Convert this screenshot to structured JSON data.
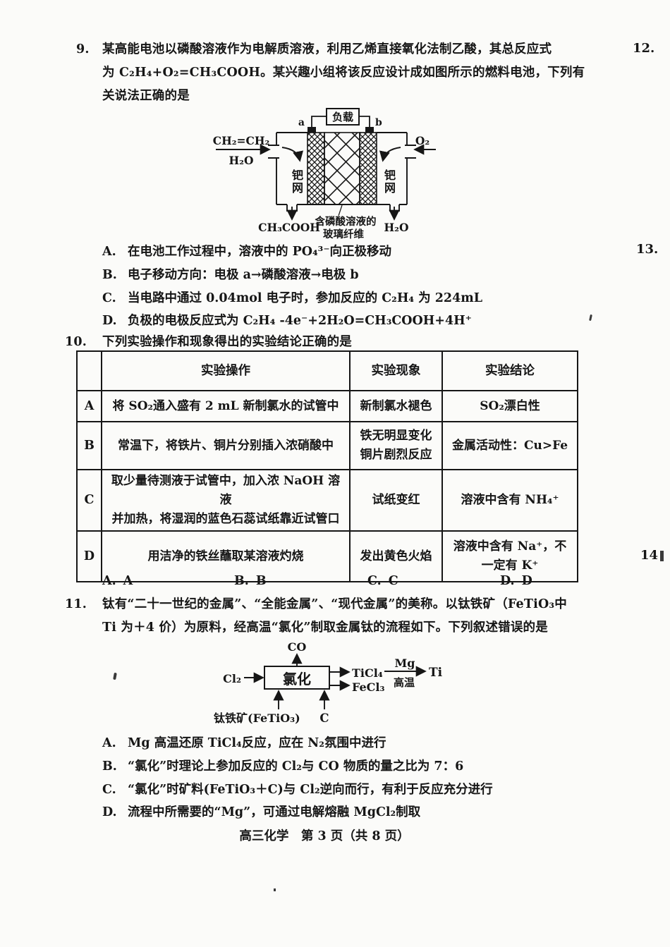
{
  "margin_notes": {
    "n12": "12.",
    "n13": "13.",
    "n14": "14"
  },
  "q9": {
    "number": "9.",
    "stem_lines": [
      "某高能电池以磷酸溶液作为电解质溶液，利用乙烯直接氧化法制乙酸，其总反应式",
      "为 C₂H₄+O₂=CH₃COOH。某兴趣小组将该反应设计成如图所示的燃料电池，下列有",
      "关说法正确的是"
    ],
    "options": [
      {
        "label": "A.",
        "text": "在电池工作过程中，溶液中的 PO₄³⁻向正极移动"
      },
      {
        "label": "B.",
        "text": "电子移动方向：电极 a→磷酸溶液→电极 b"
      },
      {
        "label": "C.",
        "text": "当电路中通过 0.04mol 电子时，参加反应的 C₂H₄ 为 224mL"
      },
      {
        "label": "D.",
        "text": "负极的电极反应式为 C₂H₄ -4e⁻+2H₂O=CH₃COOH+4H⁺"
      }
    ],
    "diagram": {
      "load": "负载",
      "terminal_a": "a",
      "terminal_b": "b",
      "fuel": "CH₂=CH₂",
      "water_in": "H₂O",
      "oxygen": "O₂",
      "mesh": [
        "钯",
        "网"
      ],
      "product_left": "CH₃COOH",
      "membrane_line1": "含磷酸溶液的",
      "membrane_line2": "玻璃纤维",
      "water_out": "H₂O"
    }
  },
  "q10": {
    "number": "10.",
    "stem": "下列实验操作和现象得出的实验结论正确的是",
    "table": {
      "headers": [
        "",
        "实验操作",
        "实验现象",
        "实验结论"
      ],
      "rows": [
        {
          "label": "A",
          "operation": "将 SO₂通入盛有 2 mL 新制氯水的试管中",
          "phenomenon": "新制氯水褪色",
          "conclusion": "SO₂漂白性"
        },
        {
          "label": "B",
          "operation": "常温下，将铁片、铜片分别插入浓硝酸中",
          "phenomenon": "铁无明显变化\n铜片剧烈反应",
          "conclusion": "金属活动性：Cu>Fe"
        },
        {
          "label": "C",
          "operation": "取少量待测液于试管中，加入浓 NaOH 溶液\n并加热，将湿润的蓝色石蕊试纸靠近试管口",
          "phenomenon": "试纸变红",
          "conclusion": "溶液中含有 NH₄⁺"
        },
        {
          "label": "D",
          "operation": "用洁净的铁丝蘸取某溶液灼烧",
          "phenomenon": "发出黄色火焰",
          "conclusion": "溶液中含有 Na⁺，不\n一定有 K⁺"
        }
      ]
    },
    "answers": [
      {
        "label": "A.",
        "text": "A"
      },
      {
        "label": "B.",
        "text": "B"
      },
      {
        "label": "C.",
        "text": "C"
      },
      {
        "label": "D.",
        "text": "D"
      }
    ]
  },
  "q11": {
    "number": "11.",
    "stem_lines": [
      "钛有“二十一世纪的金属”、“全能金属”、“现代金属”的美称。以钛铁矿（FeTiO₃中",
      "Ti 为＋4 价）为原料，经高温“氯化”制取金属钛的流程如下。下列叙述错误的是"
    ],
    "flow": {
      "co": "CO",
      "cl2": "Cl₂",
      "box": "氯化",
      "ticl4": "TiCl₄",
      "fecl3": "FeCl₃",
      "mg": "Mg",
      "condition": "高温",
      "ti": "Ti",
      "ore": "钛铁矿(FeTiO₃)",
      "carbon": "C"
    },
    "options": [
      {
        "label": "A.",
        "text": "Mg 高温还原 TiCl₄反应，应在 N₂氛围中进行"
      },
      {
        "label": "B.",
        "text": "“氯化”时理论上参加反应的 Cl₂与 CO 物质的量之比为 7：6"
      },
      {
        "label": "C.",
        "text": "“氯化”时矿料(FeTiO₃＋C)与 Cl₂逆向而行，有利于反应充分进行"
      },
      {
        "label": "D.",
        "text": "流程中所需要的“Mg”，可通过电解熔融 MgCl₂制取"
      }
    ]
  },
  "footer": "高三化学　第 3 页（共 8 页）"
}
